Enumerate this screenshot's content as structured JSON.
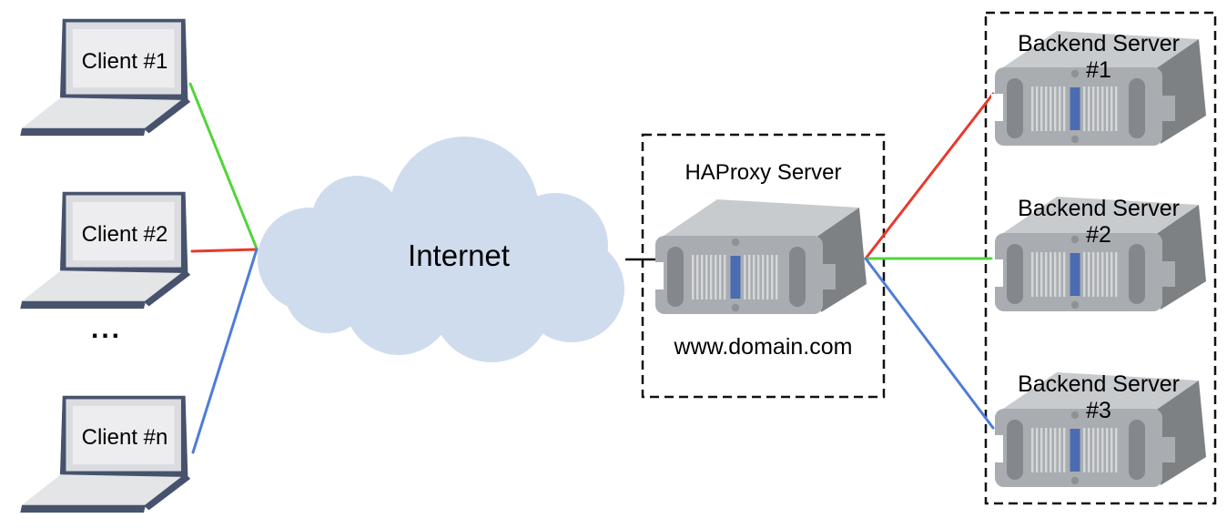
{
  "clients": {
    "items": [
      {
        "label": "Client #1"
      },
      {
        "label": "Client #2"
      },
      {
        "label": "Client #n"
      }
    ],
    "ellipsis": "..."
  },
  "internet": {
    "label": "Internet"
  },
  "haproxy": {
    "title": "HAProxy Server",
    "domain": "www.domain.com"
  },
  "backends": {
    "items": [
      {
        "line1": "Backend Server",
        "line2": "#1"
      },
      {
        "line1": "Backend Server",
        "line2": "#2"
      },
      {
        "line1": "Backend Server",
        "line2": "#3"
      }
    ]
  },
  "icons": {
    "client": "laptop-icon",
    "internet": "cloud-icon",
    "haproxy": "rack-server-icon",
    "backend": "rack-server-icon"
  },
  "colors": {
    "link_green": "#53d43a",
    "link_red": "#e8392d",
    "link_blue": "#4e7dd8",
    "link_black": "#111111",
    "cloud_fill": "#cfdcee",
    "server_accent": "#4a6cb0",
    "laptop_frame": "#47536d"
  }
}
